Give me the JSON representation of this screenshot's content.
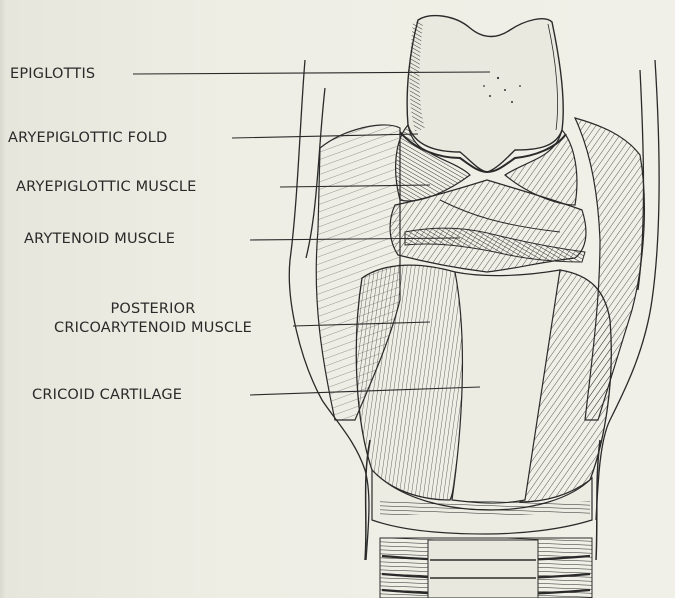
{
  "labels": {
    "epiglottis": "EPIGLOTTIS",
    "aryepiglottic_fold": "ARYEPIGLOTTIC FOLD",
    "aryepiglottic_muscle": "ARYEPIGLOTTIC MUSCLE",
    "arytenoid_muscle": "ARYTENOID MUSCLE",
    "posterior_cricoarytenoid_line1": "POSTERIOR",
    "posterior_cricoarytenoid_line2": "CRICOARYTENOID MUSCLE",
    "cricoid_cartilage": "CRICOID CARTILAGE"
  },
  "colors": {
    "ink": "#2a2a2a",
    "paper": "#eeeee5"
  }
}
